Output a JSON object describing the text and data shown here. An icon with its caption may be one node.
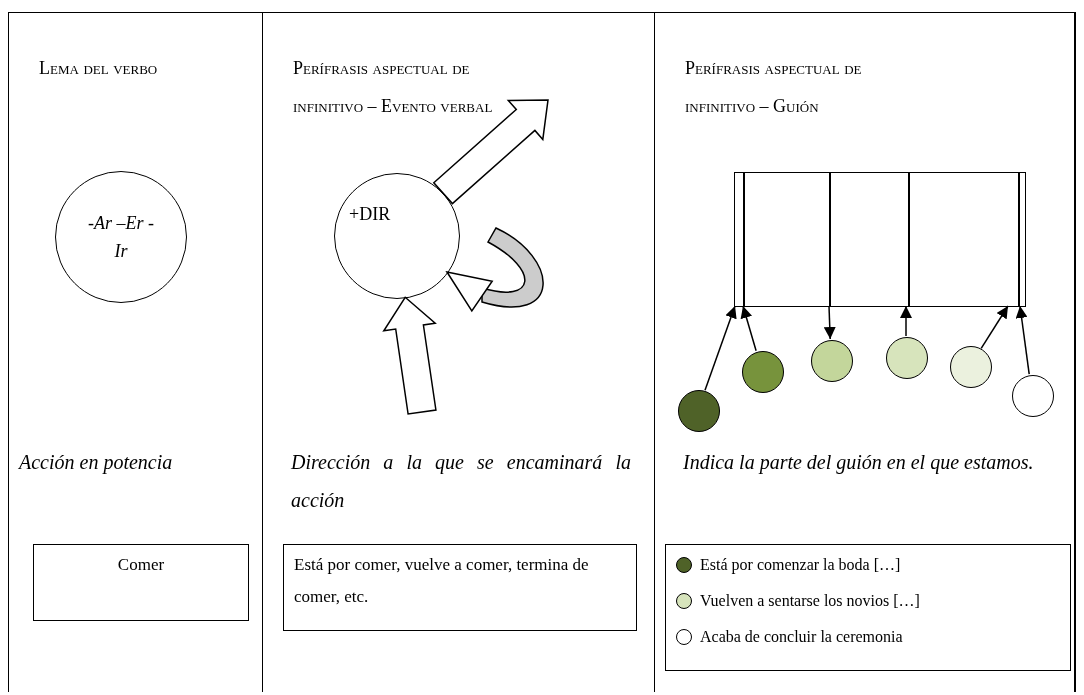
{
  "diagram": {
    "nodes": [
      {
        "text": [
          "Lema del verbo",
          "Acción en potencia"
        ]
      },
      {
        "text": [
          "-Ar –Er -Ir"
        ],
        "in": 0
      },
      {
        "text": [
          "Comer"
        ],
        "in": 0
      },
      {
        "text": [
          "Perífrasis aspectual de infinitivo – Evento verbal",
          "Dirección a la que se encaminará la acción"
        ]
      },
      {
        "text": [
          "+DIR"
        ],
        "in": 3
      },
      {
        "text": [
          "Está por comer, vuelve a comer, termina de comer, etc."
        ],
        "in": 3
      },
      {
        "text": [
          "Perífrasis aspectual de infinitivo – Guión",
          "Indica la parte del guión en el que estamos."
        ]
      },
      {
        "text": [],
        "shape": "box",
        "in": 6
      },
      {
        "text": [],
        "shape": "circle",
        "in": 6
      },
      {
        "text": [],
        "shape": "circle",
        "in": 6
      },
      {
        "text": [],
        "shape": "circle",
        "in": 6
      },
      {
        "text": [],
        "shape": "circle",
        "in": 6
      },
      {
        "text": [],
        "shape": "circle",
        "in": 6
      },
      {
        "text": [],
        "shape": "circle",
        "in": 6
      }
    ],
    "edges": [
      {
        "from": 4,
        "to": null,
        "arrow": "to"
      },
      {
        "from": null,
        "to": 4,
        "arrow": "to"
      },
      {
        "from": null,
        "to": 4,
        "arrow": "to"
      },
      {
        "from": 8,
        "to": 7,
        "arrow": "to"
      },
      {
        "from": 9,
        "to": 7,
        "arrow": "to"
      },
      {
        "from": 7,
        "to": 10,
        "arrow": "to"
      },
      {
        "from": 11,
        "to": 7,
        "arrow": "to"
      },
      {
        "from": 12,
        "to": 7,
        "arrow": "to"
      },
      {
        "from": 13,
        "to": 7,
        "arrow": "to"
      }
    ],
    "legend": [
      {
        "text": "Está por comenzar la boda […]",
        "color": "#4f6228"
      },
      {
        "text": "Vuelven a sentarse los novios […]",
        "color": "#d7e4bc"
      },
      {
        "text": "Acaba de concluir la ceremonia",
        "color": "#ffffff"
      }
    ]
  }
}
